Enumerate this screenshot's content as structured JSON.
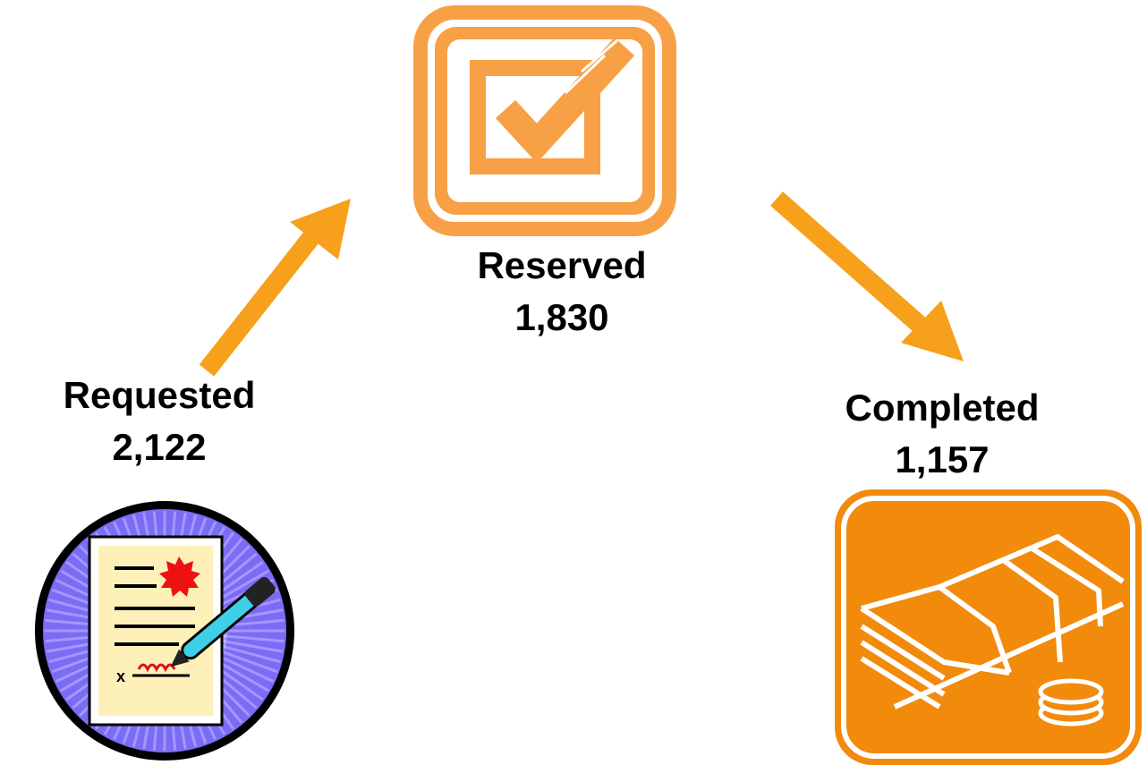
{
  "stages": [
    {
      "label": "Requested",
      "count": "2,122",
      "icon": "signed-contract-icon"
    },
    {
      "label": "Reserved",
      "count": "1,830",
      "icon": "checkbox-check-icon"
    },
    {
      "label": "Completed",
      "count": "1,157",
      "icon": "cash-stack-icon"
    }
  ],
  "colors": {
    "arrow": "#f7a01c",
    "reserved_icon": "#f8a045",
    "completed_icon": "#f28a0c",
    "requested_circle": "#7b6cf6",
    "requested_border": "#000000"
  }
}
